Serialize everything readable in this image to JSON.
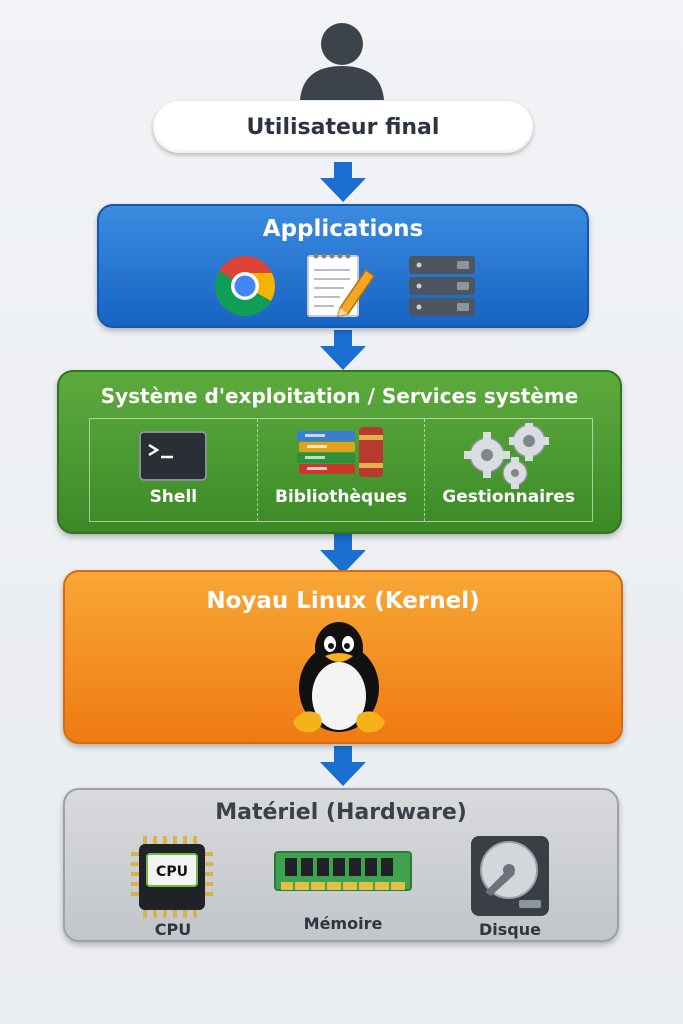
{
  "user": {
    "label": "Utilisateur final"
  },
  "layers": {
    "applications": {
      "title": "Applications",
      "color": "#1f6fd0"
    },
    "os": {
      "title": "Système d'exploitation / Services système",
      "color": "#4a9a30",
      "items": [
        {
          "label": "Shell",
          "icon": "terminal-icon"
        },
        {
          "label": "Bibliothèques",
          "icon": "books-icon"
        },
        {
          "label": "Gestionnaires",
          "icon": "gears-icon"
        }
      ]
    },
    "kernel": {
      "title": "Noyau Linux (Kernel)",
      "color": "#f28a1c",
      "icon": "tux-penguin-icon"
    },
    "hardware": {
      "title": "Matériel (Hardware)",
      "color": "#c8cbd0",
      "items": [
        {
          "label": "CPU",
          "icon": "cpu-chip-icon",
          "chip_text": "CPU"
        },
        {
          "label": "Mémoire",
          "icon": "ram-module-icon"
        },
        {
          "label": "Disque",
          "icon": "hard-disk-icon"
        }
      ]
    }
  },
  "app_icons": [
    "browser-icon",
    "notepad-icon",
    "server-icon"
  ]
}
